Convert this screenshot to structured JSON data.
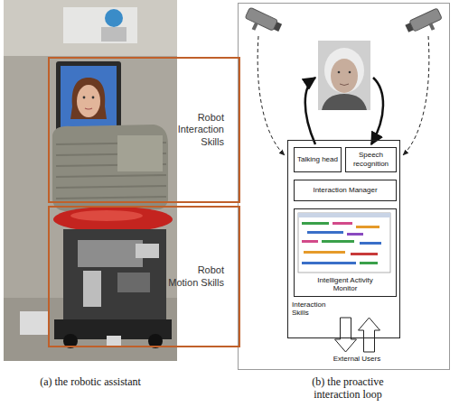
{
  "diagram": {
    "nodes": [
      {
        "text": [
          "Robot Interaction Skills"
        ]
      },
      {
        "text": [
          "Robot Motion Skills"
        ]
      },
      {
        "text": [
          "Interaction Skills"
        ]
      },
      {
        "text": [
          "Talking head"
        ],
        "in": 2
      },
      {
        "text": [
          "Speech recognition"
        ],
        "in": 2
      },
      {
        "text": [
          "Interaction Manager"
        ],
        "in": 2
      },
      {
        "text": [
          "Intelligent Activity Monitor"
        ],
        "in": 2
      }
    ],
    "labels": [
      "External Users",
      "(a) the robotic assistant",
      "(b) the proactive interaction loop"
    ]
  }
}
